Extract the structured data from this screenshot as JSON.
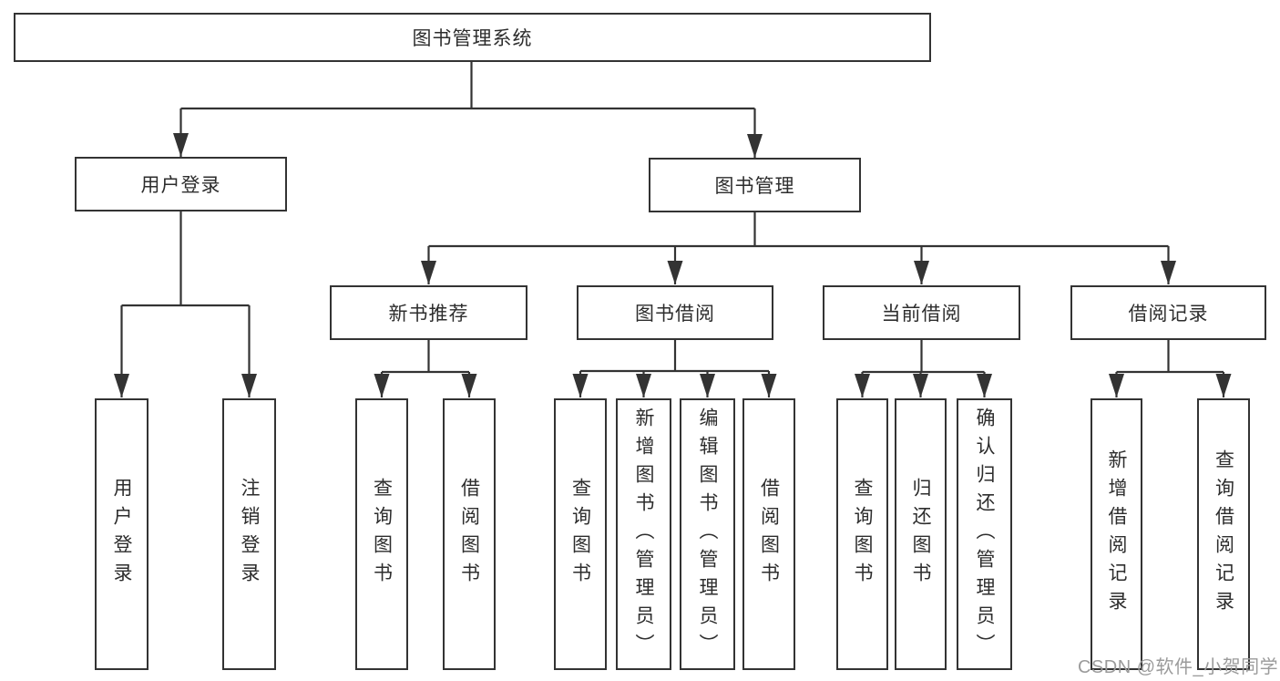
{
  "colors": {
    "line": "#333333",
    "box_border": "#333333",
    "box_fill": "#ffffff",
    "text": "#2d2d2d",
    "watermark": "#9b9b9b",
    "background": "#ffffff"
  },
  "watermark": {
    "text": "CSDN @软件_小贺同学"
  },
  "tree": {
    "root": {
      "label": "图书管理系统",
      "children": [
        {
          "label": "用户登录",
          "children": [
            {
              "label": "用户登录"
            },
            {
              "label": "注销登录"
            }
          ]
        },
        {
          "label": "图书管理",
          "children": [
            {
              "label": "新书推荐",
              "children": [
                {
                  "label": "查询图书"
                },
                {
                  "label": "借阅图书"
                }
              ]
            },
            {
              "label": "图书借阅",
              "children": [
                {
                  "label": "查询图书"
                },
                {
                  "label": "新增图书（管理员）"
                },
                {
                  "label": "编辑图书（管理员）"
                },
                {
                  "label": "借阅图书"
                }
              ]
            },
            {
              "label": "当前借阅",
              "children": [
                {
                  "label": "查询图书"
                },
                {
                  "label": "归还图书"
                },
                {
                  "label": "确认归还（管理员）"
                }
              ]
            },
            {
              "label": "借阅记录",
              "children": [
                {
                  "label": "新增借阅记录"
                },
                {
                  "label": "查询借阅记录"
                }
              ]
            }
          ]
        }
      ]
    }
  }
}
